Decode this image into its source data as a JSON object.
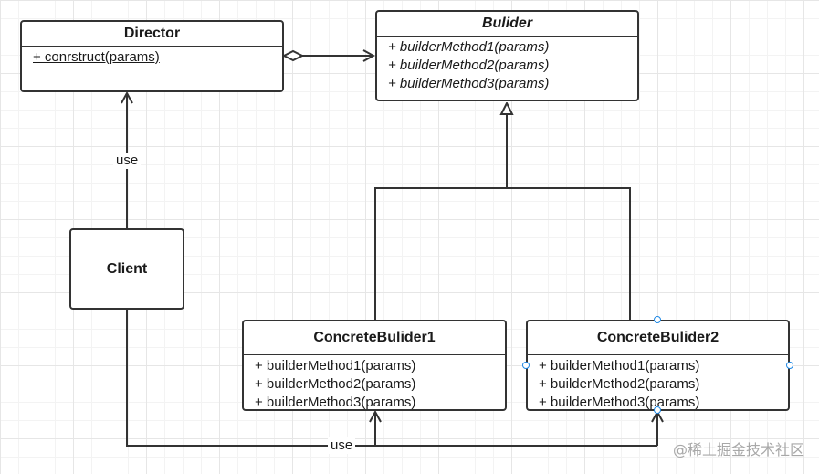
{
  "diagram": {
    "director": {
      "title": "Director",
      "methods": [
        "+ conrstruct(params)"
      ]
    },
    "builder": {
      "title": "Bulider",
      "methods": [
        "+ builderMethod1(params)",
        "+ builderMethod2(params)",
        "+ builderMethod3(params)"
      ]
    },
    "client": {
      "title": "Client"
    },
    "concrete1": {
      "title": "ConcreteBulider1",
      "methods": [
        "+ builderMethod1(params)",
        "+ builderMethod2(params)",
        "+ builderMethod3(params)"
      ]
    },
    "concrete2": {
      "title": "ConcreteBulider2",
      "methods": [
        "+ builderMethod1(params)",
        "+ builderMethod2(params)",
        "+ builderMethod3(params)"
      ]
    },
    "edges": {
      "client_director_label": "use",
      "client_concrete_label": "use"
    }
  },
  "colors": {
    "line": "#333333",
    "selection_handle": "#1e88e5"
  },
  "watermark": "@稀土掘金技术社区"
}
